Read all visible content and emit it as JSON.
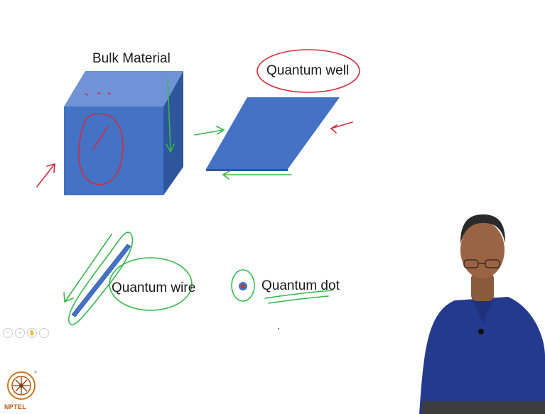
{
  "slide": {
    "bulk_title": "Bulk Material",
    "well_label": "Quantum well",
    "wire_label": "Quantum wire",
    "dot_label": "Quantum dot"
  },
  "logo": {
    "name": "NPTEL",
    "icon": "nptel-logo"
  },
  "viewer_controls": [
    {
      "icon": "zoom-out-icon",
      "glyph": "−"
    },
    {
      "icon": "zoom-in-icon",
      "glyph": "+"
    },
    {
      "icon": "hand-icon",
      "glyph": "✋"
    },
    {
      "icon": "more-icon",
      "glyph": "…"
    }
  ],
  "colors": {
    "shape_blue": "#4472C4",
    "annotation_red": "#d42a3c",
    "annotation_green": "#35b84a",
    "shirt_blue": "#243a8c"
  }
}
